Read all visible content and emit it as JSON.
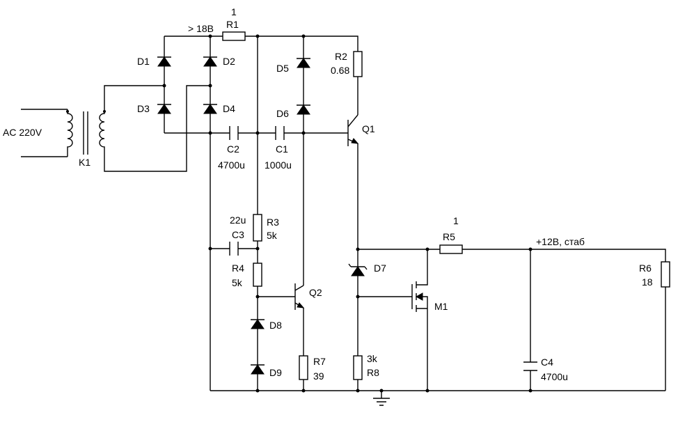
{
  "input": {
    "label": "AC 220V"
  },
  "transformer": {
    "name": "K1"
  },
  "diodes": {
    "d1": "D1",
    "d2": "D2",
    "d3": "D3",
    "d4": "D4",
    "d5": "D5",
    "d6": "D6",
    "d7": "D7",
    "d8": "D8",
    "d9": "D9"
  },
  "resistors": {
    "r1": {
      "name": "R1",
      "value": "1"
    },
    "r2": {
      "name": "R2",
      "value": "0.68"
    },
    "r3": {
      "name": "R3",
      "value": "5k"
    },
    "r4": {
      "name": "R4",
      "value": "5k"
    },
    "r5": {
      "name": "R5",
      "value": "1"
    },
    "r6": {
      "name": "R6",
      "value": "18"
    },
    "r7": {
      "name": "R7",
      "value": "39"
    },
    "r8": {
      "name": "R8",
      "value": "3k"
    }
  },
  "capacitors": {
    "c1": {
      "name": "C1",
      "value": "1000u"
    },
    "c2": {
      "name": "C2",
      "value": "4700u"
    },
    "c3": {
      "name": "C3",
      "value": "22u"
    },
    "c4": {
      "name": "C4",
      "value": "4700u"
    }
  },
  "transistors": {
    "q1": "Q1",
    "q2": "Q2",
    "m1": "M1"
  },
  "nodes": {
    "rectified": "> 18B",
    "output": "+12B, стаб"
  }
}
